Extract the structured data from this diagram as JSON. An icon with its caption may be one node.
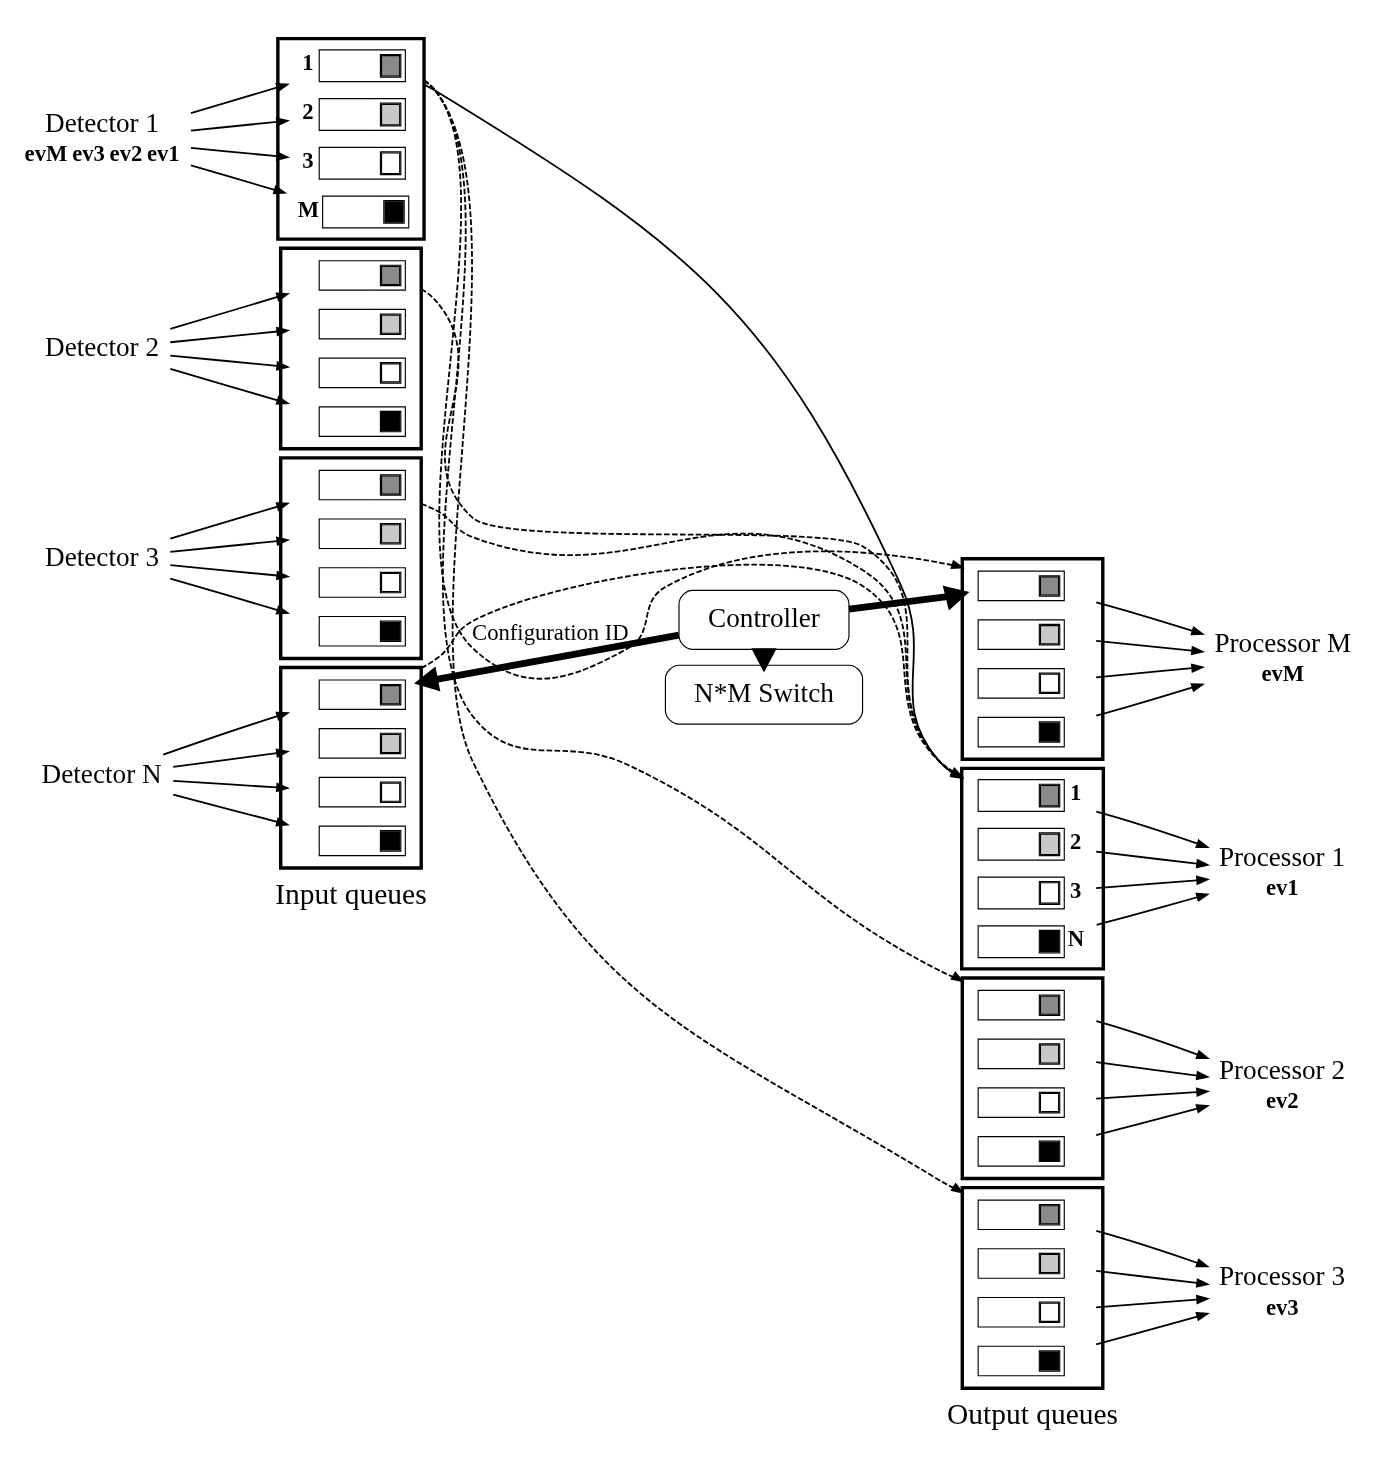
{
  "diagram": {
    "nodes": [
      {
        "text": [
          "Detector 1"
        ],
        "beside": [
          "evM",
          "ev3",
          "ev2",
          "ev1"
        ]
      },
      {
        "text": [
          "Detector 2"
        ]
      },
      {
        "text": [
          "Detector 3"
        ]
      },
      {
        "text": [
          "Detector N"
        ]
      },
      {
        "text": [],
        "shape": "box"
      },
      {
        "text": [],
        "shape": "box"
      },
      {
        "text": [],
        "shape": "box"
      },
      {
        "text": [],
        "shape": "box"
      },
      {
        "text": [],
        "shape": "box",
        "in": 4,
        "beside": [
          "1"
        ]
      },
      {
        "text": [],
        "shape": "box",
        "in": 4,
        "beside": [
          "2"
        ]
      },
      {
        "text": [],
        "shape": "box",
        "in": 4,
        "beside": [
          "3"
        ]
      },
      {
        "text": [],
        "shape": "box",
        "in": 4,
        "beside": [
          "M"
        ]
      },
      {
        "text": [],
        "shape": "box",
        "in": 5
      },
      {
        "text": [],
        "shape": "box",
        "in": 5
      },
      {
        "text": [],
        "shape": "box",
        "in": 5
      },
      {
        "text": [],
        "shape": "box",
        "in": 5
      },
      {
        "text": [],
        "shape": "box",
        "in": 6
      },
      {
        "text": [],
        "shape": "box",
        "in": 6
      },
      {
        "text": [],
        "shape": "box",
        "in": 6
      },
      {
        "text": [],
        "shape": "box",
        "in": 6
      },
      {
        "text": [],
        "shape": "box",
        "in": 7
      },
      {
        "text": [],
        "shape": "box",
        "in": 7
      },
      {
        "text": [],
        "shape": "box",
        "in": 7
      },
      {
        "text": [],
        "shape": "box",
        "in": 7
      },
      {
        "text": [
          "N*M Switch"
        ]
      },
      {
        "text": [],
        "shape": "box"
      },
      {
        "text": [],
        "shape": "box"
      },
      {
        "text": [],
        "shape": "box"
      },
      {
        "text": [],
        "shape": "box"
      },
      {
        "text": [],
        "shape": "box",
        "in": 25,
        "beside": [
          "1"
        ]
      },
      {
        "text": [],
        "shape": "box",
        "in": 25,
        "beside": [
          "2"
        ]
      },
      {
        "text": [],
        "shape": "box",
        "in": 25,
        "beside": [
          "3"
        ]
      },
      {
        "text": [],
        "shape": "box",
        "in": 25,
        "beside": [
          "N"
        ]
      },
      {
        "text": [],
        "shape": "box",
        "in": 26
      },
      {
        "text": [],
        "shape": "box",
        "in": 26
      },
      {
        "text": [],
        "shape": "box",
        "in": 26
      },
      {
        "text": [],
        "shape": "box",
        "in": 26
      },
      {
        "text": [],
        "shape": "box",
        "in": 27
      },
      {
        "text": [],
        "shape": "box",
        "in": 27
      },
      {
        "text": [],
        "shape": "box",
        "in": 27
      },
      {
        "text": [],
        "shape": "box",
        "in": 27
      },
      {
        "text": [],
        "shape": "box",
        "in": 28
      },
      {
        "text": [],
        "shape": "box",
        "in": 28
      },
      {
        "text": [],
        "shape": "box",
        "in": 28
      },
      {
        "text": [],
        "shape": "box",
        "in": 28
      },
      {
        "text": [
          "Processor 1"
        ],
        "beside": [
          "ev1"
        ]
      },
      {
        "text": [
          "Processor 2"
        ],
        "beside": [
          "ev2"
        ]
      },
      {
        "text": [
          "Processor 3"
        ],
        "beside": [
          "ev3"
        ]
      },
      {
        "text": [
          "Processor M"
        ],
        "beside": [
          "evM"
        ]
      },
      {
        "text": [
          "Controller"
        ]
      }
    ],
    "edges": [
      {
        "from": 0,
        "to": 8,
        "arrow": "to"
      },
      {
        "from": 0,
        "to": 9,
        "arrow": "to"
      },
      {
        "from": 0,
        "to": 10,
        "arrow": "to"
      },
      {
        "from": 0,
        "to": 11,
        "arrow": "to"
      },
      {
        "from": 1,
        "to": 12,
        "arrow": "to"
      },
      {
        "from": 1,
        "to": 13,
        "arrow": "to"
      },
      {
        "from": 1,
        "to": 14,
        "arrow": "to"
      },
      {
        "from": 1,
        "to": 15,
        "arrow": "to"
      },
      {
        "from": 2,
        "to": 16,
        "arrow": "to"
      },
      {
        "from": 2,
        "to": 17,
        "arrow": "to"
      },
      {
        "from": 2,
        "to": 18,
        "arrow": "to"
      },
      {
        "from": 2,
        "to": 19,
        "arrow": "to"
      },
      {
        "from": 3,
        "to": 20,
        "arrow": "to"
      },
      {
        "from": 3,
        "to": 21,
        "arrow": "to"
      },
      {
        "from": 3,
        "to": 22,
        "arrow": "to"
      },
      {
        "from": 3,
        "to": 23,
        "arrow": "to"
      },
      {
        "from": 4,
        "to": 25,
        "arrow": "none"
      },
      {
        "from": 4,
        "to": 26,
        "arrow": "to",
        "style": "dashed"
      },
      {
        "from": 4,
        "to": 27,
        "arrow": "to",
        "style": "dashed"
      },
      {
        "from": 4,
        "to": 28,
        "arrow": "to",
        "style": "dashed"
      },
      {
        "from": 5,
        "to": 25,
        "arrow": "to",
        "style": "dashed"
      },
      {
        "from": 6,
        "to": 25,
        "arrow": "to",
        "style": "dashed"
      },
      {
        "from": 7,
        "to": 25,
        "arrow": "to",
        "style": "dashed"
      },
      {
        "from": 29,
        "to": 45,
        "arrow": "to"
      },
      {
        "from": 30,
        "to": 45,
        "arrow": "to"
      },
      {
        "from": 31,
        "to": 45,
        "arrow": "to"
      },
      {
        "from": 32,
        "to": 45,
        "arrow": "to"
      },
      {
        "from": 33,
        "to": 46,
        "arrow": "to"
      },
      {
        "from": 34,
        "to": 46,
        "arrow": "to"
      },
      {
        "from": 35,
        "to": 46,
        "arrow": "to"
      },
      {
        "from": 36,
        "to": 46,
        "arrow": "to"
      },
      {
        "from": 37,
        "to": 47,
        "arrow": "to"
      },
      {
        "from": 38,
        "to": 47,
        "arrow": "to"
      },
      {
        "from": 39,
        "to": 47,
        "arrow": "to"
      },
      {
        "from": 40,
        "to": 47,
        "arrow": "to"
      },
      {
        "from": 41,
        "to": 48,
        "arrow": "to"
      },
      {
        "from": 42,
        "to": 48,
        "arrow": "to"
      },
      {
        "from": 43,
        "to": 48,
        "arrow": "to"
      },
      {
        "from": 44,
        "to": 48,
        "arrow": "to"
      },
      {
        "from": 49,
        "to": 7,
        "arrow": "to",
        "style": "thick",
        "label": "Configuration ID"
      },
      {
        "from": 49,
        "to": 24,
        "arrow": "to",
        "style": "thick"
      },
      {
        "from": 49,
        "to": 28,
        "arrow": "to",
        "style": "thick"
      }
    ],
    "labels": [
      "Input queues",
      "Output queues"
    ]
  }
}
